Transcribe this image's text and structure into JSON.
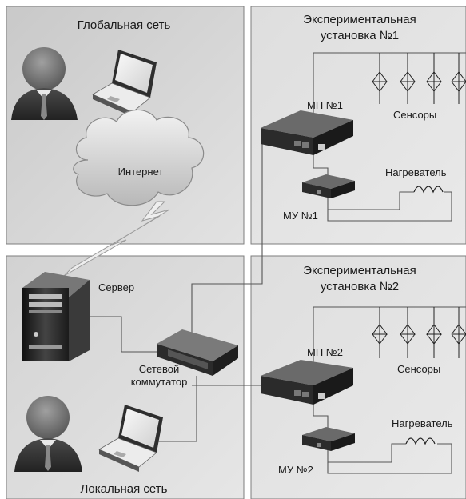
{
  "panels": {
    "global_title": "Глобальная сеть",
    "local_title": "Локальная сеть",
    "exp1_title_line1": "Экспериментальная",
    "exp1_title_line2": "установка №1",
    "exp2_title_line1": "Экспериментальная",
    "exp2_title_line2": "установка №2"
  },
  "labels": {
    "internet": "Интернет",
    "server": "Сервер",
    "switch_line1": "Сетевой",
    "switch_line2": "коммутатор",
    "mp1": "МП №1",
    "mp2": "МП №2",
    "sensors1": "Сенсоры",
    "sensors2": "Сенсоры",
    "heater1": "Нагреватель",
    "heater2": "Нагреватель",
    "mu1": "МУ №1",
    "mu2": "МУ №2"
  },
  "colors": {
    "panel_fill": "#d6d6d6",
    "device_body": "#2b2b2b",
    "wire": "#555555"
  },
  "icons": [
    "user-icon",
    "laptop-icon",
    "cloud-icon",
    "lightning-icon",
    "server-tower-icon",
    "network-switch-icon",
    "controller-box-icon",
    "sensor-icon",
    "heater-coil-icon"
  ]
}
